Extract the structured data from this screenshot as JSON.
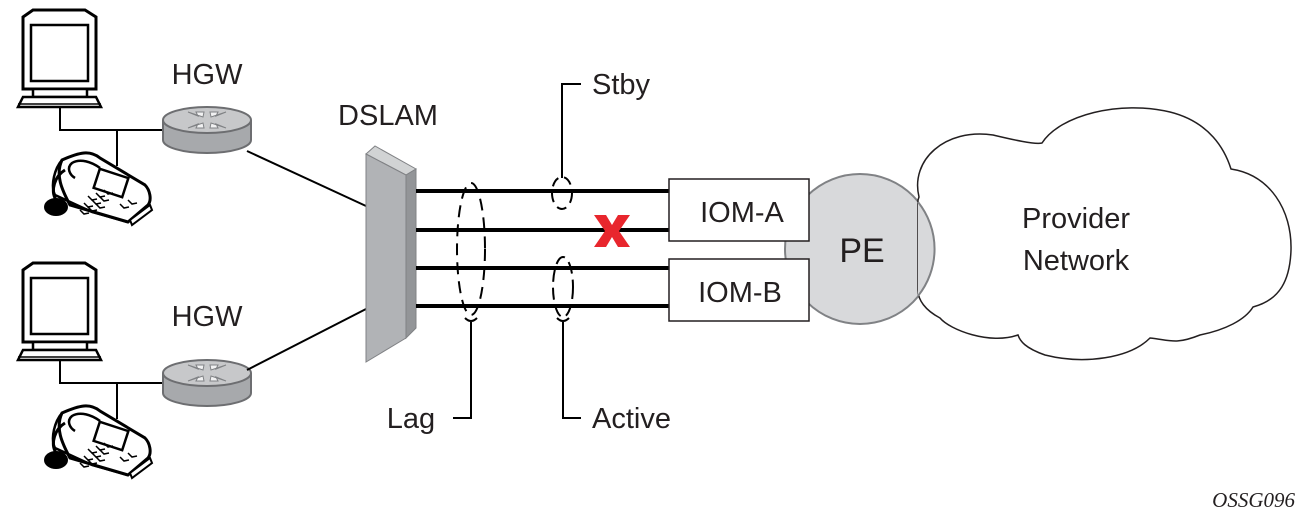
{
  "diagram": {
    "labels": {
      "hgw_top": "HGW",
      "hgw_bottom": "HGW",
      "dslam": "DSLAM",
      "stby": "Stby",
      "lag": "Lag",
      "active": "Active",
      "iom_a": "IOM-A",
      "iom_b": "IOM-B",
      "pe": "PE",
      "provider_line1": "Provider",
      "provider_line2": "Network",
      "figure_id": "OSSG096"
    },
    "links": [
      {
        "from": "DSLAM",
        "to": "IOM-A",
        "group": "Lag",
        "role": "Stby",
        "status": "up"
      },
      {
        "from": "DSLAM",
        "to": "IOM-A",
        "group": "Lag",
        "role": "Stby",
        "status": "failed"
      },
      {
        "from": "DSLAM",
        "to": "IOM-B",
        "group": "Lag",
        "role": "Active",
        "status": "up"
      },
      {
        "from": "DSLAM",
        "to": "IOM-B",
        "group": "Lag",
        "role": "Active",
        "status": "up"
      }
    ],
    "colors": {
      "failure_mark": "#e8262d",
      "pe_fill": "#d8d9db",
      "device_gray": "#a7a9ac",
      "line": "#000000"
    }
  }
}
